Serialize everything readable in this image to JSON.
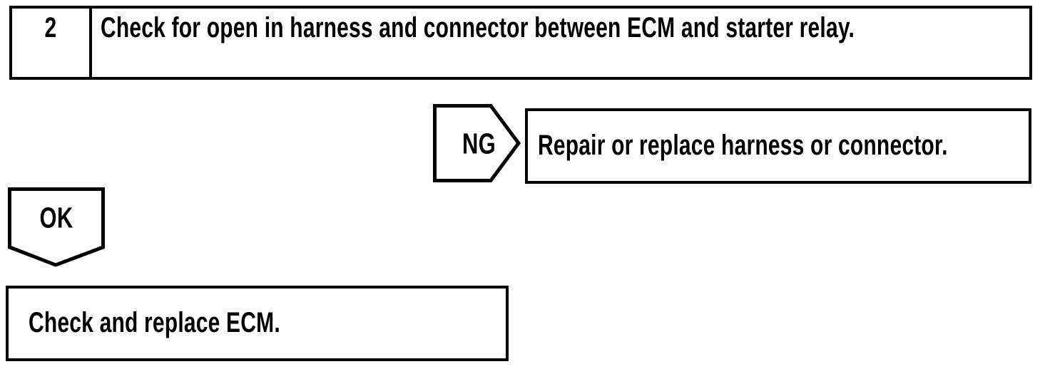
{
  "page": {
    "background_color": "#ffffff",
    "line_color": "#000000"
  },
  "flowchart": {
    "step_box": {
      "number": "2",
      "instruction": "Check for open in harness and connector between ECM and starter relay."
    },
    "ng_branch": {
      "connector_label": "NG",
      "action": "Repair or replace harness or connector."
    },
    "ok_branch": {
      "connector_label": "OK",
      "action": "Check and replace ECM."
    }
  }
}
